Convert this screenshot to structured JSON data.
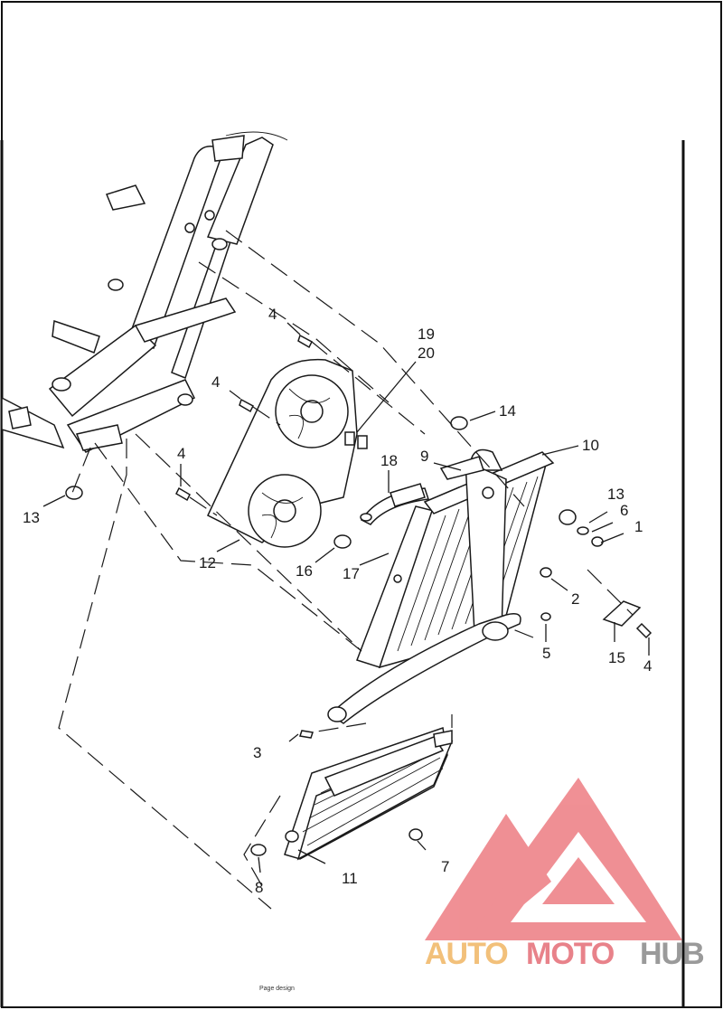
{
  "callouts": {
    "c1": "1",
    "c2": "2",
    "c3": "3",
    "c4a": "4",
    "c4b": "4",
    "c4c": "4",
    "c4d": "4",
    "c5": "5",
    "c6": "6",
    "c7": "7",
    "c8": "8",
    "c9": "9",
    "c10": "10",
    "c11": "11",
    "c12": "12",
    "c13a": "13",
    "c13b": "13",
    "c14": "14",
    "c15": "15",
    "c16": "16",
    "c17": "17",
    "c18": "18",
    "c19": "19",
    "c20": "20"
  },
  "footer": {
    "text": "Page design"
  },
  "watermark": {
    "part1": "AUTO",
    "part2": "MOTO",
    "part3": "HUB",
    "colors": {
      "auto": "#f2c07a",
      "moto": "#e8828a",
      "hub": "#9a9a9a",
      "logo": "#ef8a8f"
    }
  }
}
